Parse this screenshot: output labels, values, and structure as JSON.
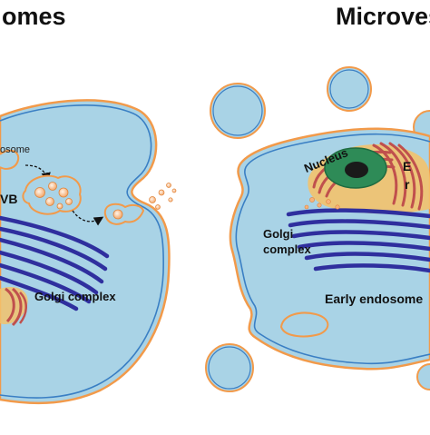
{
  "titles": {
    "left": "omes",
    "right": "Microves"
  },
  "left_cell": {
    "endosome_label": "osome",
    "mvb_label": "VB",
    "golgi_label": "Golgi complex"
  },
  "right_cell": {
    "nucleus_label": "Nucleus",
    "golgi_label_line1": "Golgi",
    "golgi_label_line2": "complex",
    "early_endosome_label": "Early endosome",
    "er_label_line1": "E",
    "er_label_line2": "r"
  },
  "colors": {
    "cytoplasm": "#a9d3e6",
    "membrane_outer": "#f29a4a",
    "membrane_inner": "#3a7fc4",
    "vesicle_fill": "#a9d3e6",
    "golgi_stack": "#2f2f9e",
    "er": "#c0504d",
    "er_fill": "#f3c26b",
    "nucleus": "#2e8b57",
    "nucleus_core": "#1a1a1a",
    "exosome": "#f7b27a"
  }
}
